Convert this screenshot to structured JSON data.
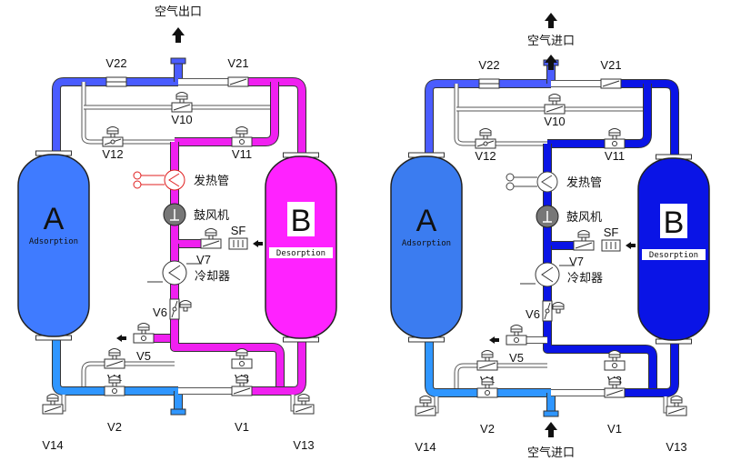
{
  "diagrams": [
    {
      "id": "left",
      "top_label": "空气出口",
      "bottom_label": "",
      "tower_a": {
        "letter": "A",
        "mode": "Adsorption",
        "color": "#3f7bff"
      },
      "tower_b": {
        "letter": "B",
        "mode": "Desorption",
        "color": "#ff22ff"
      },
      "colors": {
        "dry": "#4a5cff",
        "wet": "#2f96ff",
        "regen": "#f020f0",
        "heater": "#e02020"
      },
      "components": {
        "heater": "发热管",
        "blower": "鼓风机",
        "cooler": "冷却器",
        "filter": "SF"
      },
      "valves": [
        "V22",
        "V21",
        "V10",
        "V12",
        "V11",
        "V7",
        "V6",
        "V5",
        "V4",
        "V3",
        "V2",
        "V1",
        "V14",
        "V13"
      ]
    },
    {
      "id": "right",
      "top_label": "空气进口",
      "bottom_label": "空气进口",
      "tower_a": {
        "letter": "A",
        "mode": "Adsorption",
        "color": "#3b7cf0"
      },
      "tower_b": {
        "letter": "B",
        "mode": "Desorption",
        "color": "#0a14e6"
      },
      "colors": {
        "dry": "#4a5cff",
        "wet": "#2f96ff",
        "regen": "#0a14e6",
        "heater": "#444444"
      },
      "components": {
        "heater": "发热管",
        "blower": "鼓风机",
        "cooler": "冷却器",
        "filter": "SF"
      },
      "valves": [
        "V22",
        "V21",
        "V10",
        "V12",
        "V11",
        "V7",
        "V6",
        "V5",
        "V4",
        "V3",
        "V2",
        "V1",
        "V14",
        "V13"
      ]
    }
  ]
}
